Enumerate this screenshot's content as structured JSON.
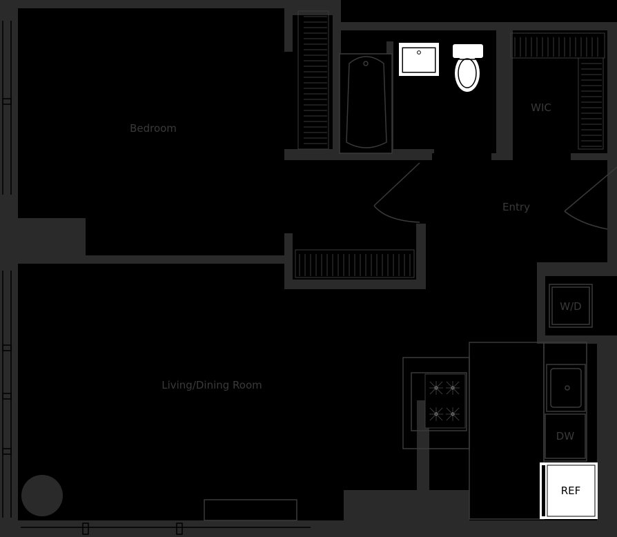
{
  "floorplan": {
    "labels": {
      "bedroom": "Bedroom",
      "wic": "WIC",
      "entry": "Entry",
      "wd": "W/D",
      "living_dining": "Living/Dining Room",
      "dw": "DW",
      "ref": "REF"
    },
    "colors": {
      "background": "#000000",
      "wall": "#2b2a2b",
      "line": "#3a3a3a",
      "fixture_white": "#ffffff"
    }
  }
}
